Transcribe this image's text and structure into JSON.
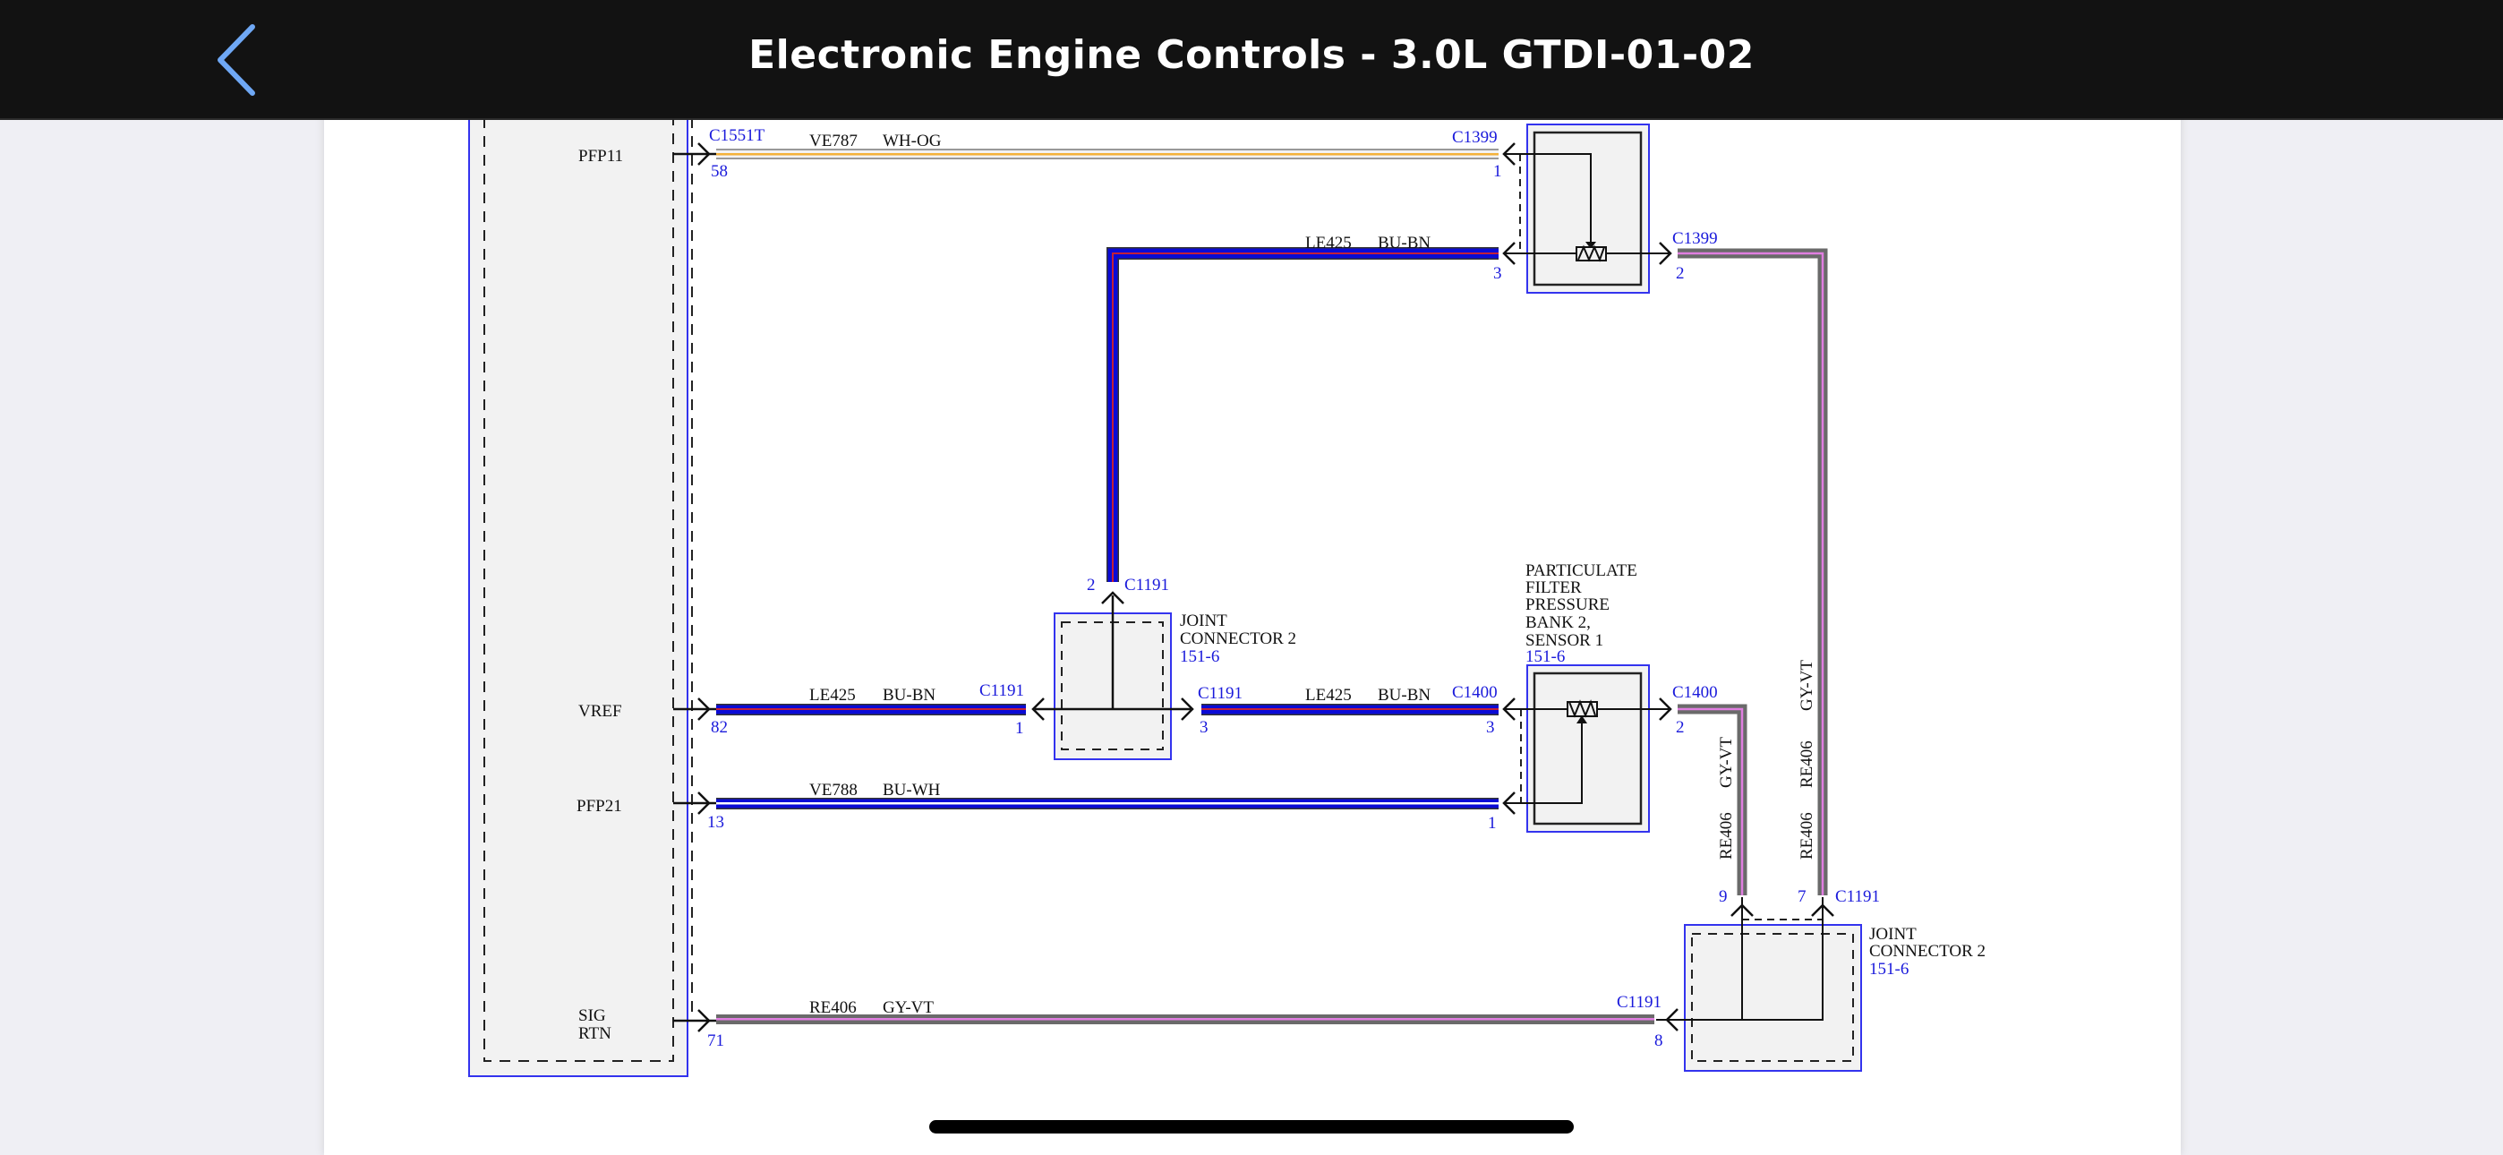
{
  "nav": {
    "title": "Electronic Engine Controls - 3.0L GTDI-01-02",
    "back_icon": "chevron-left-icon",
    "accent_color": "#6fa8f5"
  },
  "diagram": {
    "module_pins": {
      "pfp11": "PFP11",
      "vref": "VREF",
      "pfp21": "PFP21",
      "sig": "SIG",
      "rtn": "RTN"
    },
    "wires": [
      {
        "id": "w1",
        "circuit": "VE787",
        "color_code": "WH-OG",
        "from_connector": "C1551T",
        "from_pin": "58",
        "to_connector": "C1399",
        "to_pin": "1"
      },
      {
        "id": "w2",
        "circuit": "LE425",
        "color_code": "BU-BN",
        "from_connector": "C1191",
        "from_pin": "2",
        "to_connector": "C1399",
        "to_pin": "3"
      },
      {
        "id": "w3",
        "circuit": "LE425",
        "color_code": "BU-BN",
        "from_connector": "",
        "from_pin": "82",
        "to_connector": "C1191",
        "to_pin": "1"
      },
      {
        "id": "w4",
        "circuit": "LE425",
        "color_code": "BU-BN",
        "from_connector": "C1191",
        "from_pin": "3",
        "to_connector": "C1400",
        "to_pin": "3"
      },
      {
        "id": "w5",
        "circuit": "VE788",
        "color_code": "BU-WH",
        "from_connector": "",
        "from_pin": "13",
        "to_connector": "",
        "to_pin": "1"
      },
      {
        "id": "w6",
        "circuit": "RE406",
        "color_code": "GY-VT",
        "from_connector": "",
        "from_pin": "71",
        "to_connector": "C1191",
        "to_pin": "8"
      },
      {
        "id": "w7",
        "circuit": "RE406",
        "color_code": "GY-VT",
        "from_connector": "C1400",
        "from_pin": "2",
        "to_connector": "",
        "to_pin": "9"
      },
      {
        "id": "w8",
        "circuit": "RE406",
        "color_code": "GY-VT",
        "from_connector": "C1399",
        "from_pin": "2",
        "to_connector": "C1191",
        "to_pin": "7"
      }
    ],
    "joint_connector_top": {
      "name_line1": "JOINT",
      "name_line2": "CONNECTOR 2",
      "ref": "151-6",
      "connector": "C1191",
      "pin_up": "2"
    },
    "joint_connector_bottom": {
      "name_line1": "JOINT",
      "name_line2": "CONNECTOR 2",
      "ref": "151-6",
      "connector": "C1191"
    },
    "sensor_bank2": {
      "line1": "PARTICULATE",
      "line2": "FILTER",
      "line3": "PRESSURE",
      "line4": "BANK 2,",
      "line5": "SENSOR 1",
      "ref": "151-6",
      "connector_left": "C1400",
      "connector_right": "C1400",
      "pin_right": "2"
    },
    "sensor_bank1": {
      "connector": "C1399",
      "connector_right": "C1399",
      "pin_right": "2"
    },
    "wire_colors": {
      "bu_bn_base": "#0a0ad6",
      "bu_bn_stripe": "#c0203a",
      "gy_vt_base": "#6a6a6a",
      "gy_vt_stripe": "#e07ee0",
      "wh_og_base": "#f2f2f2",
      "wh_og_stripe": "#f4b23a",
      "bu_wh_base": "#0a0ad6",
      "bu_wh_stripe": "#ffffff",
      "connector_text": "#1a1adb",
      "box_outline": "#3333ee"
    }
  }
}
